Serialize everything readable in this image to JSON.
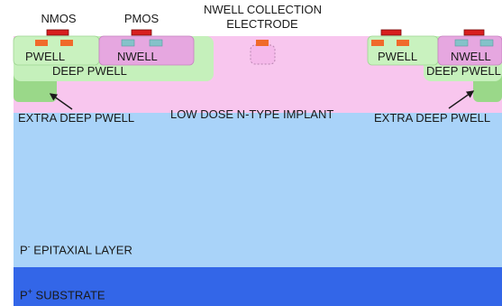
{
  "labels": {
    "nmos": "NMOS",
    "pmos": "PMOS",
    "collection_line1": "NWELL COLLECTION",
    "collection_line2": "ELECTRODE",
    "pwell_left": "PWELL",
    "nwell_left": "NWELL",
    "deep_pwell_left": "DEEP PWELL",
    "pwell_right": "PWELL",
    "nwell_right": "NWELL",
    "deep_pwell_right": "DEEP PWELL",
    "extra_deep_left": "EXTRA DEEP PWELL",
    "low_dose": "LOW DOSE N-TYPE IMPLANT",
    "extra_deep_right": "EXTRA DEEP PWELL",
    "epi_base": "P",
    "epi_sup": "-",
    "epi_text": " EPITAXIAL LAYER",
    "sub_base": "P",
    "sub_sup": "+",
    "sub_text": " SUBSTRATE"
  },
  "colors": {
    "substrate": "#3366e8",
    "epitaxial": "#a9d3f9",
    "low_dose_implant": "#f8c6ee",
    "pwell": "#c5f0bb",
    "deep_pwell": "#c5f0bb",
    "extra_deep_pwell": "#9ad889",
    "nwell": "#e6a7e0",
    "gate": "#d81e1e",
    "n_diffusion": "#f06a2a",
    "p_diffusion": "#84c2c9"
  }
}
